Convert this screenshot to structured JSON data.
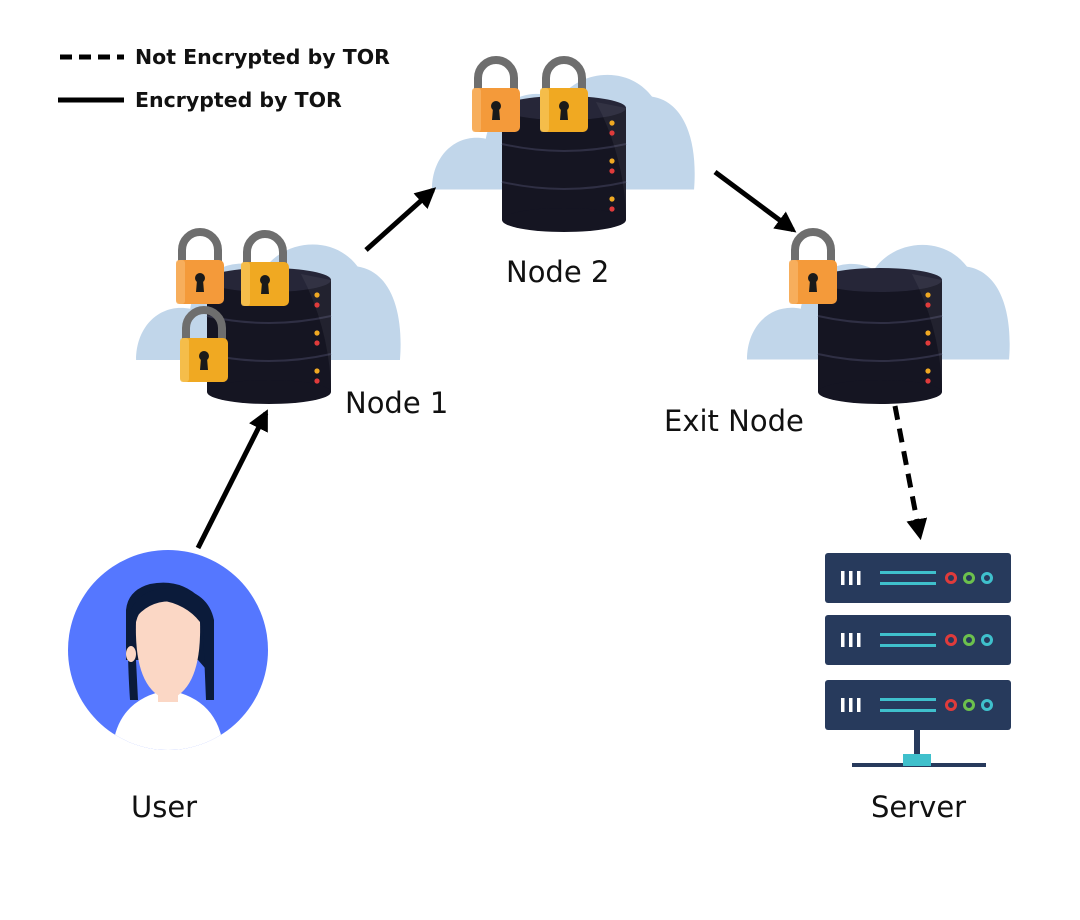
{
  "legend": {
    "not_encrypted": "Not Encrypted by TOR",
    "encrypted": "Encrypted by TOR"
  },
  "nodes": {
    "node1": "Node 1",
    "node2": "Node 2",
    "exit": "Exit Node",
    "user": "User",
    "server": "Server"
  },
  "locks": {
    "node1": 3,
    "node2": 2,
    "exit": 1
  },
  "colors": {
    "cloud": "#c1d6ea",
    "db_body": "#151522",
    "db_top": "#252535",
    "lock_orange": "#f49a3a",
    "lock_gold": "#f0a922",
    "shackle": "#6e6e6e",
    "user_bg": "#5577ff",
    "hair": "#0b1b3a",
    "skin": "#fbd7c5",
    "server_panel": "#273a5c",
    "server_stand": "#3fc0cc",
    "led_red": "#e03b3b",
    "led_green": "#6cc14d",
    "led_teal": "#3fc0cc"
  },
  "icons": [
    "lock-icon",
    "database-icon",
    "cloud-icon",
    "user-avatar-icon",
    "server-rack-icon"
  ]
}
